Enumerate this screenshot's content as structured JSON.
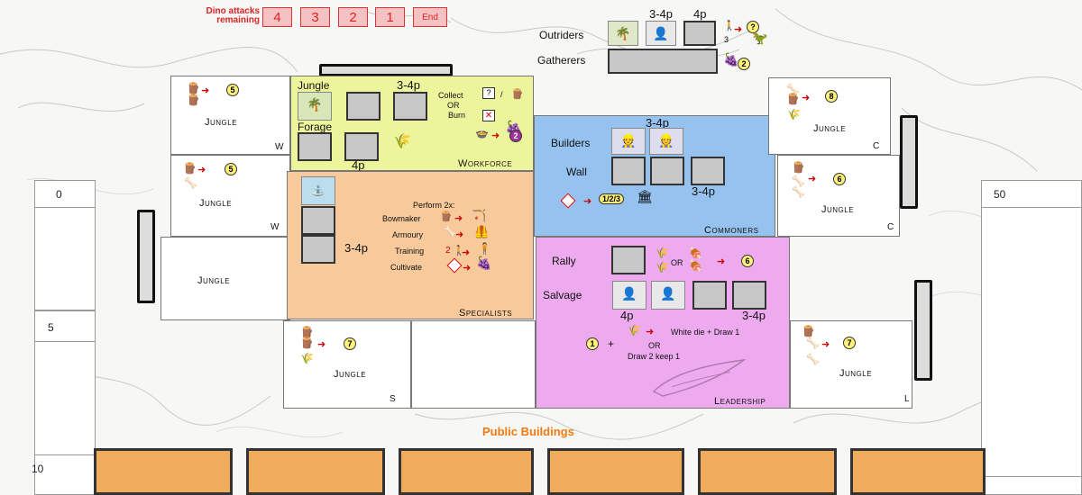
{
  "dino": {
    "label": "Dino attacks remaining",
    "boxes": [
      "4",
      "3",
      "2",
      "1",
      "End"
    ]
  },
  "outriders": {
    "label": "Outriders",
    "cost1": "3-4p",
    "cost2": "4p",
    "reward": "?",
    "extra": "3"
  },
  "gatherers": {
    "label": "Gatherers",
    "reward": "2"
  },
  "workforce": {
    "title": "Workforce",
    "jungle": "Jungle",
    "forage": "Forage",
    "cost_top": "3-4p",
    "cost_bottom": "4p",
    "collect": "Collect",
    "or": "OR",
    "burn": "Burn",
    "slash": "/",
    "qmark": "?",
    "reward": "2"
  },
  "commoners": {
    "title": "Commoners",
    "builders": "Builders",
    "wall": "Wall",
    "cost_top": "3-4p",
    "cost_wall": "3-4p",
    "wall_reward": "1/2/3"
  },
  "specialists": {
    "title": "Specialists",
    "perform": "Perform 2x:",
    "rows": [
      {
        "label": "Bowmaker"
      },
      {
        "label": "Armoury"
      },
      {
        "label": "Training"
      },
      {
        "label": "Cultivate"
      }
    ],
    "cost": "3-4p",
    "training_num": "2"
  },
  "leadership": {
    "title": "Leadership",
    "rally": "Rally",
    "salvage": "Salvage",
    "or": "OR",
    "rally_reward": "6",
    "cost_left": "4p",
    "cost_right": "3-4p",
    "bonus_num": "1",
    "plus": "+",
    "line1": "White die + Draw 1",
    "line2_or": "OR",
    "line2": "Draw 2 keep 1"
  },
  "jungle_tiles": [
    {
      "name": "Jungle",
      "letter": "W",
      "reward": "5"
    },
    {
      "name": "Jungle",
      "letter": "W",
      "reward": "5"
    },
    {
      "name": "Jungle",
      "letter": "",
      "reward": ""
    },
    {
      "name": "Jungle",
      "letter": "S",
      "reward": "7"
    },
    {
      "name": "Jungle",
      "letter": "C",
      "reward": "8"
    },
    {
      "name": "Jungle",
      "letter": "C",
      "reward": "6"
    },
    {
      "name": "Jungle",
      "letter": "L",
      "reward": "7"
    }
  ],
  "public_buildings": "Public Buildings",
  "track": {
    "n0": "0",
    "n5": "5",
    "n10": "10",
    "n50": "50"
  },
  "colors": {
    "workforce": "#ecf59b",
    "specialists": "#f7c99b",
    "commoners": "#95c2ef",
    "leadership": "#eeaaee",
    "public": "#f0ab5c",
    "dino_red": "#d22222"
  }
}
